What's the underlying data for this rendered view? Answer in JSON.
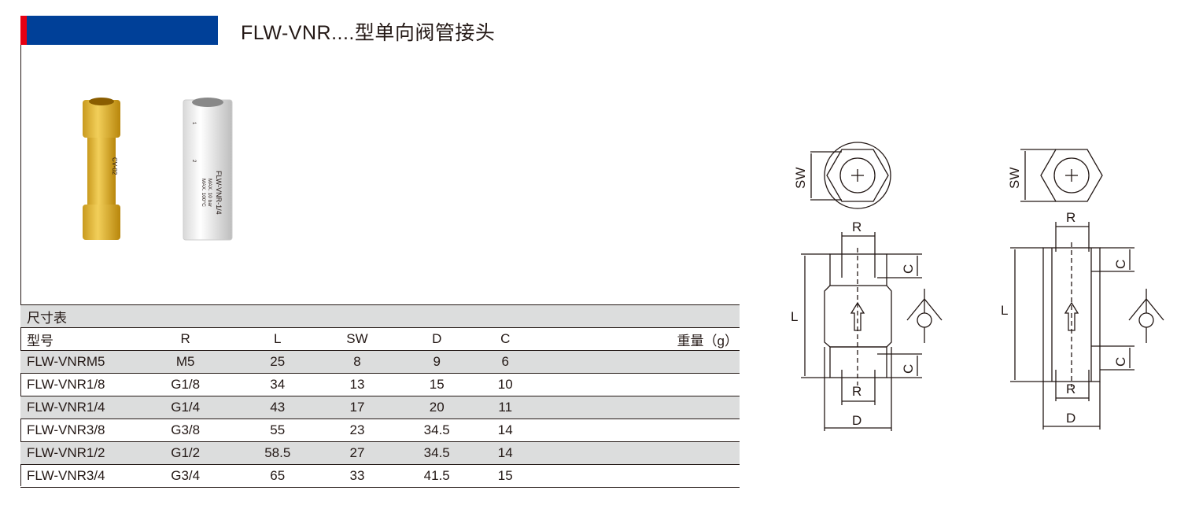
{
  "header": {
    "title": "FLW-VNR....型单向阀管接头",
    "accent_colors": {
      "blue": "#004098",
      "red": "#e60012"
    }
  },
  "products": {
    "brass": {
      "marking": "CV-02"
    },
    "steel": {
      "marking": "FLW-VNR-1/4",
      "pressure": "MAX. 10 bar",
      "temp": "MAX. 100°C",
      "port_in": "1",
      "port_out": "2"
    }
  },
  "table": {
    "section_title": "尺寸表",
    "columns": [
      "型号",
      "R",
      "L",
      "SW",
      "D",
      "C",
      "重量（g）"
    ],
    "rows": [
      [
        "FLW-VNRM5",
        "M5",
        "25",
        "8",
        "9",
        "6",
        ""
      ],
      [
        "FLW-VNR1/8",
        "G1/8",
        "34",
        "13",
        "15",
        "10",
        ""
      ],
      [
        "FLW-VNR1/4",
        "G1/4",
        "43",
        "17",
        "20",
        "11",
        ""
      ],
      [
        "FLW-VNR3/8",
        "G3/8",
        "55",
        "23",
        "34.5",
        "14",
        ""
      ],
      [
        "FLW-VNR1/2",
        "G1/2",
        "58.5",
        "27",
        "34.5",
        "14",
        ""
      ],
      [
        "FLW-VNR3/4",
        "G3/4",
        "65",
        "33",
        "41.5",
        "15",
        ""
      ]
    ]
  },
  "drawings": {
    "labels": {
      "sw": "SW",
      "r": "R",
      "l": "L",
      "c": "C",
      "d": "D"
    }
  }
}
